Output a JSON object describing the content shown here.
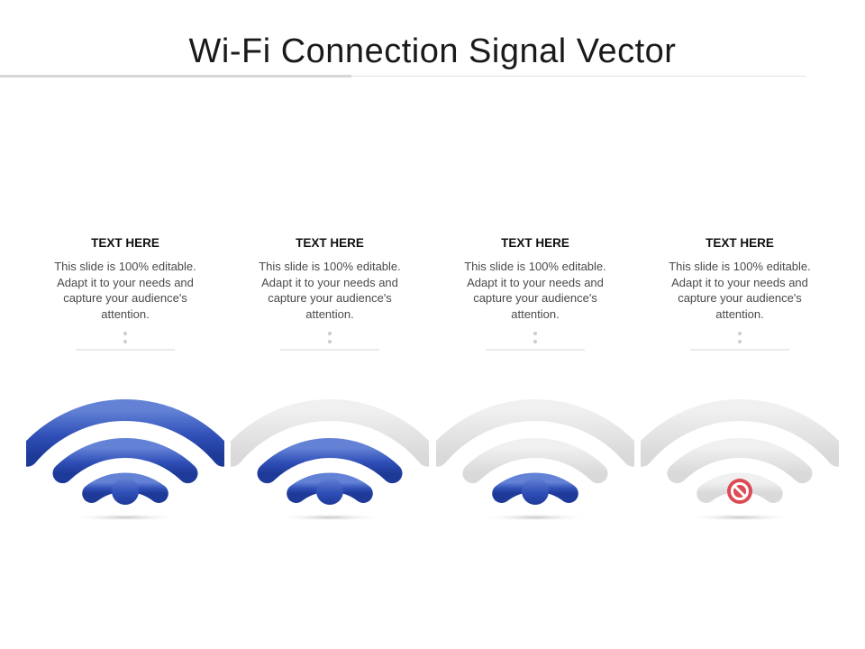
{
  "title": "Wi-Fi Connection Signal Vector",
  "colors": {
    "active": "#3050b8",
    "inactive": "#d9d9d9",
    "no_signal": "#dd4a55"
  },
  "cards": [
    {
      "heading": "TEXT HERE",
      "text": "This slide is 100% editable. Adapt it to your needs and capture your audience's attention.",
      "signal_bars": 3,
      "dot_status": "connected"
    },
    {
      "heading": "TEXT HERE",
      "text": "This slide is 100% editable. Adapt it to your needs and capture your audience's attention.",
      "signal_bars": 2,
      "dot_status": "connected"
    },
    {
      "heading": "TEXT HERE",
      "text": "This slide is 100% editable. Adapt it to your needs and capture your audience's attention.",
      "signal_bars": 1,
      "dot_status": "connected"
    },
    {
      "heading": "TEXT HERE",
      "text": "This slide is 100% editable. Adapt it to your needs and capture your audience's attention.",
      "signal_bars": 0,
      "dot_status": "no-signal"
    }
  ]
}
